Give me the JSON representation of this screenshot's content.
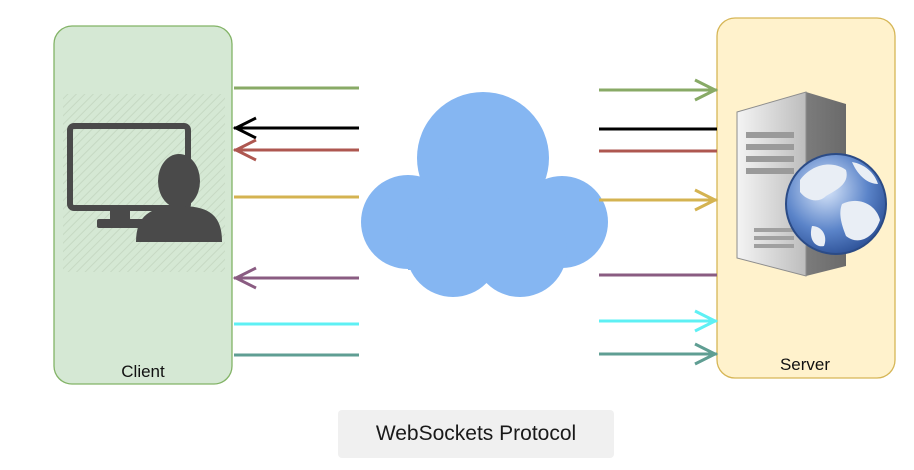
{
  "client": {
    "label": "Client",
    "fill": "#d5e8d4",
    "stroke": "#82b366",
    "icon": "user-computer-icon"
  },
  "server": {
    "label": "Server",
    "fill": "#fff2cc",
    "stroke": "#d6b656",
    "icon": "server-globe-icon"
  },
  "network": {
    "icon": "cloud-icon",
    "fill": "#85b6f2"
  },
  "caption": "WebSockets Protocol",
  "messages": [
    {
      "color": "#88aa66",
      "direction": "client-to-server"
    },
    {
      "color": "#000000",
      "direction": "server-to-client"
    },
    {
      "color": "#ae5750",
      "direction": "server-to-client"
    },
    {
      "color": "#d4b351",
      "direction": "client-to-server"
    },
    {
      "color": "#8a5c82",
      "direction": "server-to-client"
    },
    {
      "color": "#5ef0f4",
      "direction": "client-to-server"
    },
    {
      "color": "#5f9e93",
      "direction": "client-to-server"
    }
  ]
}
